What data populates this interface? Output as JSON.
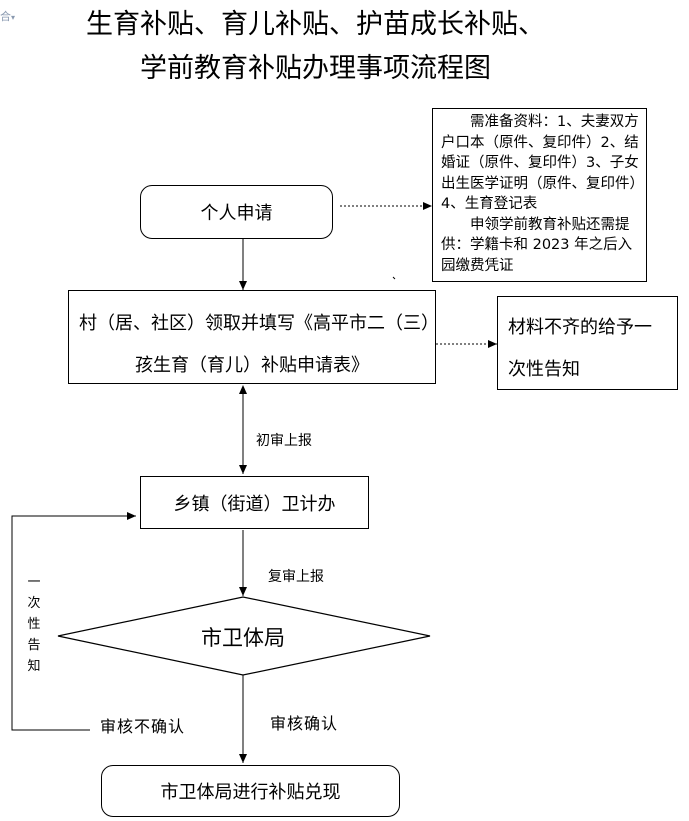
{
  "title": {
    "line1": "生育补贴、育儿补贴、护苗成长补贴、",
    "line2": "学前教育补贴办理事项流程图"
  },
  "corner_mark": "合",
  "nodes": {
    "apply": "个人申请",
    "village_line1": "村（居、社区）领取并填写《高平市二（三）",
    "village_line2": "孩生育（育儿）补贴申请表》",
    "town": "乡镇（街道）卫计办",
    "bureau": "市卫体局",
    "payout": "市卫体局进行补贴兑现"
  },
  "notes": {
    "materials_p1": "需准备资料：1、夫妻双方户口本（原件、复印件）2、结婚证（原件、复印件）3、子女出生医学证明（原件、复印件）4、生育登记表",
    "materials_p2": "申领学前教育补贴还需提供：学籍卡和 2023 年之后入园缴费凭证",
    "incomplete_line1": "材料不齐的给予一",
    "incomplete_line2": "次性告知"
  },
  "edges": {
    "first_review": "初审上报",
    "second_review": "复审上报",
    "confirmed": "审核确认",
    "not_confirmed": "审核不确认",
    "one_time_notice": [
      "一",
      "次",
      "性",
      "告",
      "知"
    ]
  }
}
